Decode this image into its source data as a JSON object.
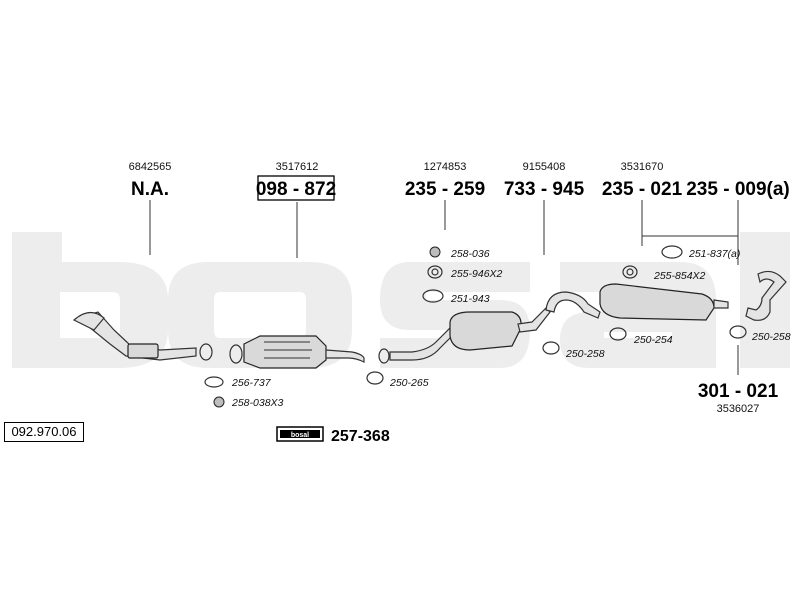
{
  "catalog_number": "092.970.06",
  "watermark_brand": "bosal",
  "parts": [
    {
      "oem": "6842565",
      "bosal": "N.A."
    },
    {
      "oem": "3517612",
      "bosal": "098 - 872"
    },
    {
      "oem": "1274853",
      "bosal": "235 - 259"
    },
    {
      "oem": "9155408",
      "bosal": "733 - 945"
    },
    {
      "oem": "3531670",
      "bosal": "235 - 021"
    },
    {
      "oem": "",
      "bosal": "235 - 009(a)"
    },
    {
      "oem": "3536027",
      "bosal": "301 - 021"
    }
  ],
  "fittings": {
    "f256_737": "256-737",
    "f258_038x3": "258-038X3",
    "f250_265": "250-265",
    "f258_036": "258-036",
    "f255_946x2": "255-946X2",
    "f251_943": "251-943",
    "f250_258_mid": "250-258",
    "f251_837a": "251-837(a)",
    "f255_854x2": "255-854X2",
    "f250_254": "250-254",
    "f250_258_right": "250-258"
  },
  "mounting_kit": {
    "badge": "bosal",
    "part_number": "257-368"
  }
}
